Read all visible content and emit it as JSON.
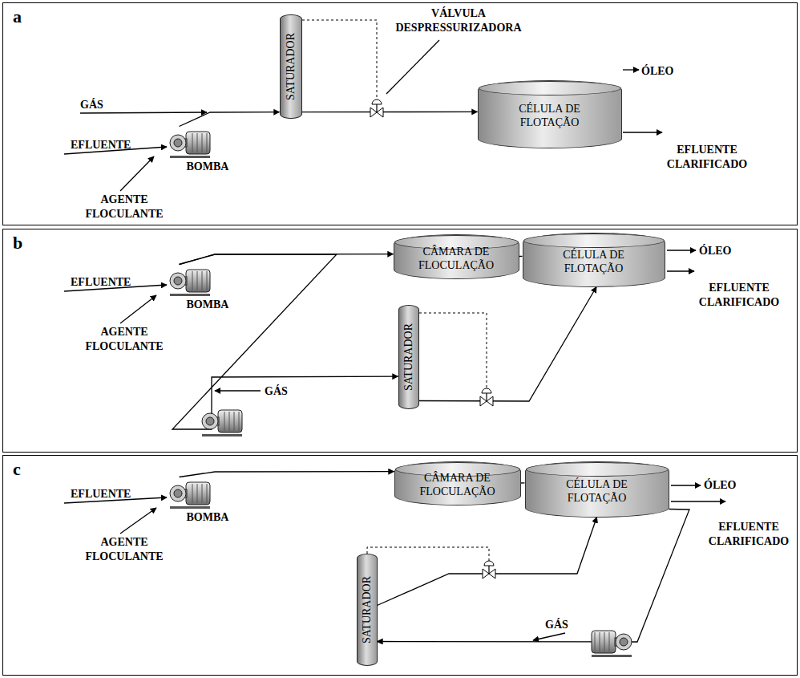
{
  "diagram": {
    "nodes": [
      {
        "text": [
          "a"
        ]
      },
      {
        "text": [
          "BOMBA"
        ],
        "in": 0
      },
      {
        "text": [
          "SATURADOR"
        ],
        "in": 0
      },
      {
        "text": [
          "CÉLULA DE FLOTAÇÃO"
        ],
        "in": 0
      },
      {
        "text": [
          "b"
        ]
      },
      {
        "text": [
          "BOMBA"
        ],
        "in": 4
      },
      {
        "text": [
          "CÂMARA DE FLOCULAÇÃO"
        ],
        "in": 4
      },
      {
        "text": [
          "CÉLULA DE FLOTAÇÃO"
        ],
        "in": 4
      },
      {
        "text": [
          "SATURADOR"
        ],
        "in": 4
      },
      {
        "text": [
          "c"
        ]
      },
      {
        "text": [
          "BOMBA"
        ],
        "in": 9
      },
      {
        "text": [
          "CÂMARA DE FLOCULAÇÃO"
        ],
        "in": 9
      },
      {
        "text": [
          "CÉLULA DE FLOTAÇÃO"
        ],
        "in": 9
      },
      {
        "text": [
          "SATURADOR"
        ],
        "in": 9
      }
    ],
    "edges": [
      {
        "from": 1,
        "to": 2,
        "arrow": "to"
      },
      {
        "from": 2,
        "to": 3,
        "arrow": "to"
      },
      {
        "from": 5,
        "to": 6,
        "arrow": "to"
      },
      {
        "from": 6,
        "to": 7,
        "arrow": "none"
      },
      {
        "from": 5,
        "to": 8,
        "arrow": "to"
      },
      {
        "from": 8,
        "to": 7,
        "arrow": "to"
      },
      {
        "from": 10,
        "to": 11,
        "arrow": "to"
      },
      {
        "from": 11,
        "to": 12,
        "arrow": "none"
      },
      {
        "from": 12,
        "to": 13,
        "arrow": "to"
      },
      {
        "from": 13,
        "to": 12,
        "arrow": "to"
      }
    ],
    "labels": [
      "VÁLVULA DESPRESSURIZADORA",
      "GÁS",
      "EFLUENTE",
      "AGENTE FLOCULANTE",
      "ÓLEO",
      "EFLUENTE CLARIFICADO",
      "EFLUENTE",
      "AGENTE FLOCULANTE",
      "GÁS",
      "ÓLEO",
      "EFLUENTE CLARIFICADO",
      "EFLUENTE",
      "AGENTE FLOCULANTE",
      "ÓLEO",
      "EFLUENTE CLARIFICADO",
      "GÁS"
    ]
  }
}
